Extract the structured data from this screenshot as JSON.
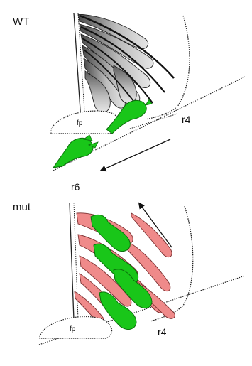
{
  "panels": {
    "wt": {
      "label": "WT",
      "floor_plate_label": "fp",
      "rhombomere_top": "r4",
      "rhombomere_bottom": "r6"
    },
    "mut": {
      "label": "mut",
      "floor_plate_label": "fp",
      "rhombomere": "r4"
    }
  },
  "colors": {
    "neuron_green": "#19c619",
    "neuron_green_stroke": "#0b6e0b",
    "neuron_pink": "#ef8a8a",
    "neuron_pink_stroke": "#7a2f2f",
    "neuron_gray_light": "#d8d8d8",
    "neuron_gray_dark": "#4a4a4a",
    "outline": "#222222"
  }
}
